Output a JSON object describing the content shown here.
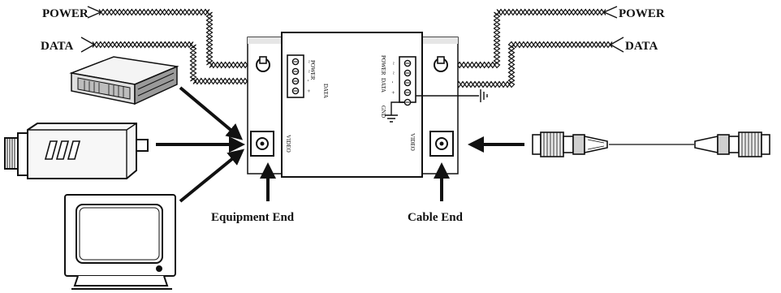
{
  "labels": {
    "power_left": "POWER",
    "data_left": "DATA",
    "power_right": "POWER",
    "data_right": "DATA",
    "equipment_end": "Equipment End",
    "cable_end": "Cable End"
  },
  "device": {
    "video_left": "VIDEO",
    "video_right": "VIDEO",
    "power_terminal_left": "POWER",
    "data_terminal_left": "DATA",
    "power_terminal_right": "POWER",
    "data_terminal_right": "DATA",
    "gnd": "GND",
    "term_signs_left": [
      "~",
      "~",
      "-",
      "+"
    ],
    "term_signs_right": [
      "~",
      "~",
      "-",
      "+"
    ]
  },
  "colors": {
    "ink": "#111111",
    "paper": "#ffffff",
    "gray": "#cfcfcf",
    "dark": "#555555"
  },
  "icons": [
    "dvr-rack-icon",
    "cctv-camera-icon",
    "crt-monitor-icon",
    "bnc-cable-icon",
    "ground-symbol-icon"
  ]
}
